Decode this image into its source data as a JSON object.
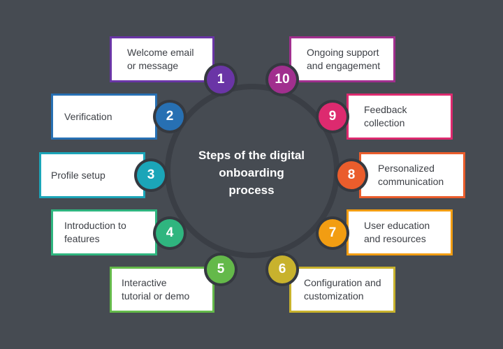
{
  "diagram": {
    "title": "Steps of the digital\nonboarding\nprocess",
    "steps": [
      {
        "number": "1",
        "label": "Welcome email\nor message",
        "color": "#6a35a6"
      },
      {
        "number": "2",
        "label": "Verification",
        "color": "#2770b3"
      },
      {
        "number": "3",
        "label": "Profile setup",
        "color": "#1ba5b8"
      },
      {
        "number": "4",
        "label": "Introduction to\nfeatures",
        "color": "#2fb57f"
      },
      {
        "number": "5",
        "label": "Interactive\ntutorial or demo",
        "color": "#64b94a"
      },
      {
        "number": "6",
        "label": "Configuration and\ncustomization",
        "color": "#c8b22d"
      },
      {
        "number": "7",
        "label": "User education\nand resources",
        "color": "#f29d12"
      },
      {
        "number": "8",
        "label": "Personalized\ncommunication",
        "color": "#ea5d2c"
      },
      {
        "number": "9",
        "label": "Feedback\ncollection",
        "color": "#dd2a6f"
      },
      {
        "number": "10",
        "label": "Ongoing support\nand engagement",
        "color": "#a12f8e"
      }
    ]
  }
}
